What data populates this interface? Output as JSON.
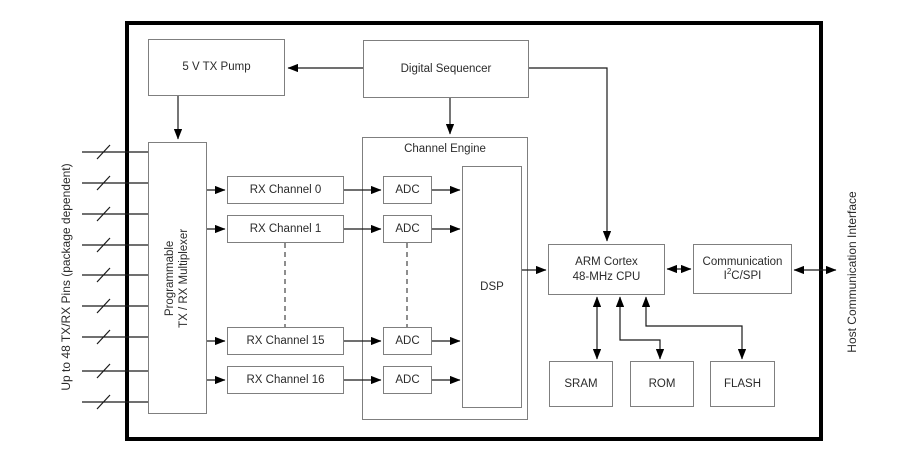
{
  "diagram": {
    "left_label": "Up to 48 TX/RX Pins (package dependent)",
    "right_label": "Host Communication Interface",
    "blocks": {
      "tx_pump": "5 V TX Pump",
      "digital_sequencer": "Digital Sequencer",
      "mux_line1": "Programmable",
      "mux_line2": "TX / RX Multiplexer",
      "channel_engine": "Channel Engine",
      "dsp": "DSP",
      "cpu_line1": "ARM Cortex",
      "cpu_line2": "48-MHz CPU",
      "comm_line1": "Communication",
      "comm_i2c_pre": "I",
      "comm_i2c_sup": "2",
      "comm_i2c_post": "C/SPI",
      "sram": "SRAM",
      "rom": "ROM",
      "flash": "FLASH"
    },
    "rx_channels": [
      "RX Channel 0",
      "RX Channel 1",
      "RX Channel 15",
      "RX Channel 16"
    ],
    "adc_labels": [
      "ADC",
      "ADC",
      "ADC",
      "ADC"
    ],
    "colors": {
      "background": "#ffffff",
      "chip_border": "#000000",
      "block_border": "#7f7f7f",
      "wire": "#1a1a1a",
      "text": "#2b2b2b"
    }
  }
}
